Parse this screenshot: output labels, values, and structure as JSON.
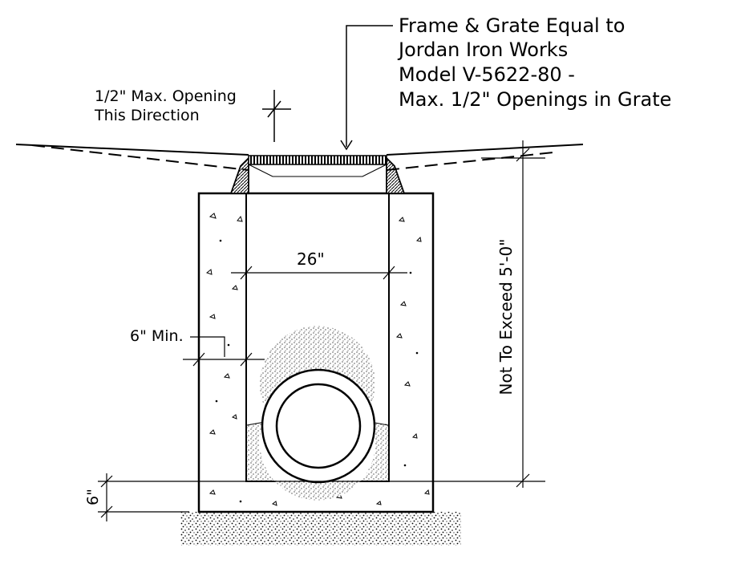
{
  "labels": {
    "grate_callout": [
      "Frame & Grate Equal to",
      "Jordan Iron Works",
      "Model V-5622-80 -",
      "Max. 1/2\" Openings in Grate"
    ],
    "opening_note": [
      "1/2\" Max. Opening",
      "This Direction"
    ],
    "inner_width": "26\"",
    "wall_min": "6\" Min.",
    "base_thickness": "6\"",
    "max_depth": "Not To Exceed 5'-0\""
  }
}
